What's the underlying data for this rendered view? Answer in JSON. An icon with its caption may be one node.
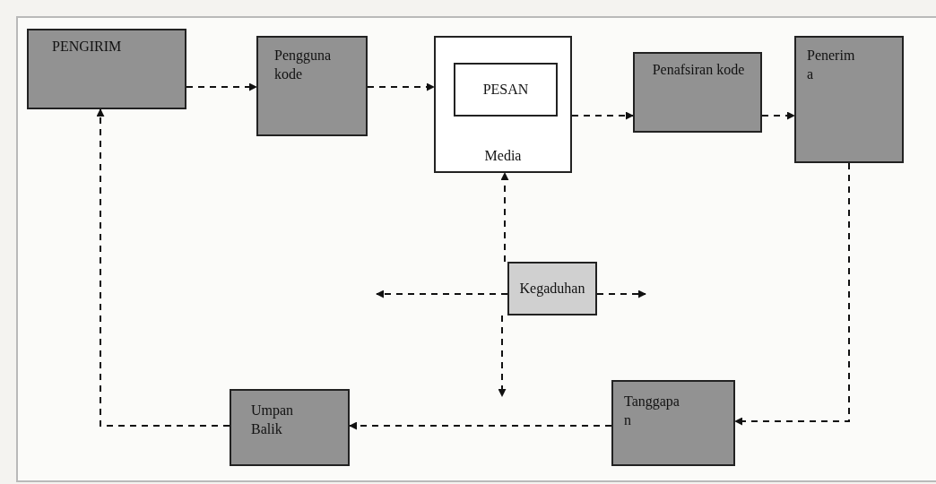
{
  "diagram": {
    "nodes": [
      {
        "text": [
          "PENGIRIM"
        ]
      },
      {
        "text": [
          "Pengguna kode"
        ]
      },
      {
        "text": [
          "Media"
        ]
      },
      {
        "text": [
          "PESAN"
        ],
        "in": 2
      },
      {
        "text": [
          "Penafsiran kode"
        ]
      },
      {
        "text": [
          "Penerim a"
        ]
      },
      {
        "text": [
          "Kegaduhan"
        ]
      },
      {
        "text": [
          "Umpan Balik"
        ]
      },
      {
        "text": [
          "Tanggapa n"
        ]
      }
    ],
    "edges": [
      {
        "from": 0,
        "to": 1,
        "arrow": "to",
        "style": "dashed"
      },
      {
        "from": 1,
        "to": 2,
        "arrow": "to",
        "style": "dashed"
      },
      {
        "from": 2,
        "to": 4,
        "arrow": "to",
        "style": "dashed"
      },
      {
        "from": 4,
        "to": 5,
        "arrow": "to",
        "style": "dashed"
      },
      {
        "from": 5,
        "to": 8,
        "arrow": "to",
        "style": "dashed"
      },
      {
        "from": 8,
        "to": 7,
        "arrow": "to",
        "style": "dashed"
      },
      {
        "from": 7,
        "to": 0,
        "arrow": "to",
        "style": "dashed"
      },
      {
        "from": 6,
        "to": 2,
        "arrow": "to",
        "style": "dashed"
      },
      {
        "from": 6,
        "to": null,
        "arrow": "to",
        "style": "dashed"
      },
      {
        "from": 6,
        "to": null,
        "arrow": "to",
        "style": "dashed"
      },
      {
        "from": 6,
        "to": null,
        "arrow": "to",
        "style": "dashed"
      }
    ]
  }
}
